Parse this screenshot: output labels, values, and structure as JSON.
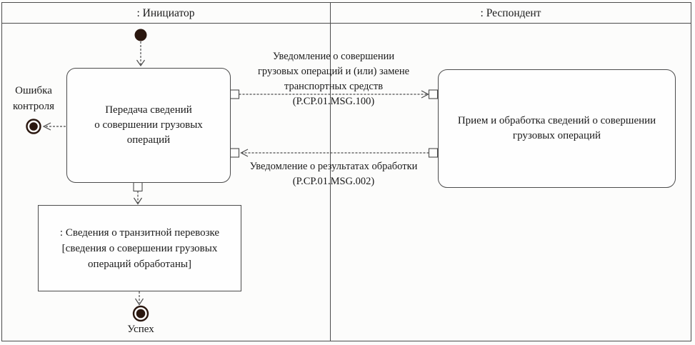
{
  "lanes": [
    {
      "label": ": Инициатор"
    },
    {
      "label": ": Респондент"
    }
  ],
  "nodes": {
    "initial": {
      "type": "initial-node"
    },
    "transfer": {
      "type": "activity",
      "lines": [
        "Передача сведений",
        "о совершении грузовых",
        "операций"
      ]
    },
    "receive": {
      "type": "activity",
      "lines": [
        "Прием и обработка сведений о совершении",
        "грузовых операций"
      ]
    },
    "transit_object": {
      "type": "object",
      "lines": [
        ": Сведения о транзитной перевозке",
        "[сведения о совершении грузовых",
        "операций обработаны]"
      ]
    },
    "error_final": {
      "type": "final-node",
      "lines": [
        "Ошибка",
        "контроля"
      ]
    },
    "success_final": {
      "type": "final-node",
      "label": "Успех"
    }
  },
  "messages": {
    "msg100": {
      "lines": [
        "Уведомление о совершении",
        "грузовых операций и (или) замене",
        "транспортных средств",
        "(P.CP.01.MSG.100)"
      ]
    },
    "msg002": {
      "lines": [
        "Уведомление о результатах обработки",
        "(P.CP.01.MSG.002)"
      ]
    }
  },
  "colors": {
    "line": "#4c4c4c",
    "node_fill": "#2a170f",
    "text": "#1a1a1a",
    "background": "#fcfcfb"
  }
}
